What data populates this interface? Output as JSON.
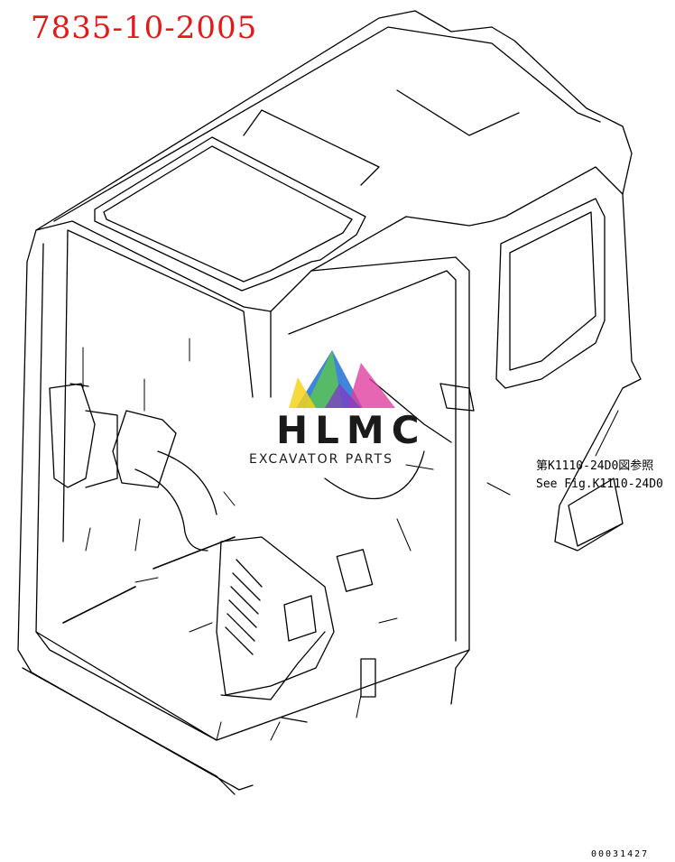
{
  "header": {
    "part_number": "7835-10-2005"
  },
  "reference_note": {
    "japanese": "第K1110-24D0図参照",
    "english": "See Fig.K1110-24D0"
  },
  "watermark": {
    "brand": "HLMC",
    "tagline": "EXCAVATOR PARTS"
  },
  "footer": {
    "figure_code": "00031427"
  },
  "colors": {
    "part_number": "#e41a1a",
    "line": "#000000",
    "logo_blue": "#1f6fd6",
    "logo_pink": "#e040a0",
    "logo_yellow": "#f5d21a",
    "logo_green": "#5cc84a",
    "logo_purple": "#7a3fc4"
  }
}
